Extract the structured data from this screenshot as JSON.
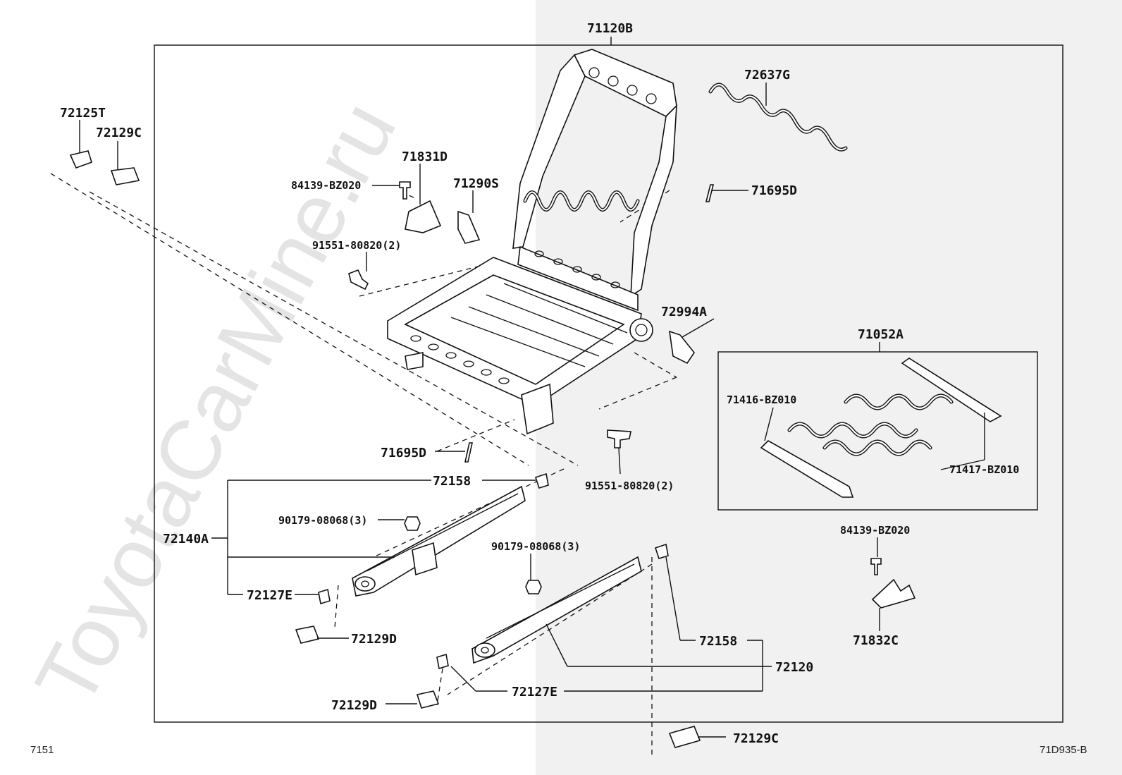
{
  "watermark": "ToyotaCarMine.ru",
  "footer": {
    "page_ref": "7151",
    "diagram_id": "71D935-B"
  },
  "callouts": {
    "frame_back": "71120B",
    "spring_upper": "72637G",
    "clip_71695d_upper": "71695D",
    "clip_71695d_lower": "71695D",
    "cover_72125t": "72125T",
    "cover_72129c_top": "72129C",
    "bracket_71831d": "71831D",
    "screw_84139_left": "84139-BZ020",
    "cover_71290s": "71290S",
    "bolt_91551_upper": "91551-80820(2)",
    "cover_72994a": "72994A",
    "kit_71052a": "71052A",
    "spring_71416": "71416-BZ010",
    "spring_71417": "71417-BZ010",
    "bolt_91551_lower": "91551-80820(2)",
    "clip_72158_upper": "72158",
    "nut_90179_left": "90179-08068(3)",
    "adjuster_72140a": "72140A",
    "nut_90179_right": "90179-08068(3)",
    "screw_84139_right": "84139-BZ020",
    "cover_72127e_left": "72127E",
    "cover_72129d_left": "72129D",
    "bracket_71832c": "71832C",
    "clip_72158_lower": "72158",
    "adjuster_72120": "72120",
    "cover_72127e_right": "72127E",
    "cover_72129d_right": "72129D",
    "cover_72129c_bottom": "72129C"
  }
}
